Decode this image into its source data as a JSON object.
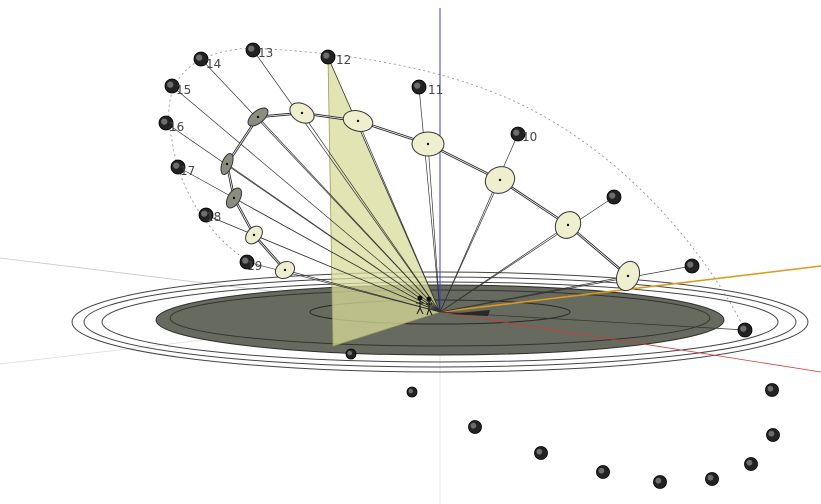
{
  "scene": {
    "hour_labels": [
      "12",
      "11",
      "13",
      "14",
      "15",
      "16",
      "17",
      "18",
      "19",
      "10"
    ],
    "colors": {
      "ground_disc": "#676a5e",
      "ground_disc_edge": "#2e2f2a",
      "shadow_plane": "#d8dc9a",
      "sun_disc_light": "#efefcf",
      "sun_disc_dark": "#8a8d80",
      "marker": "#222222",
      "axis_blue": "#3b3bd6",
      "axis_red": "#d23a3a",
      "axis_orange": "#d99a1a",
      "dotted_path": "#8a8a8a"
    },
    "icons": [
      "figure-icon",
      "sun-marker-icon"
    ]
  }
}
